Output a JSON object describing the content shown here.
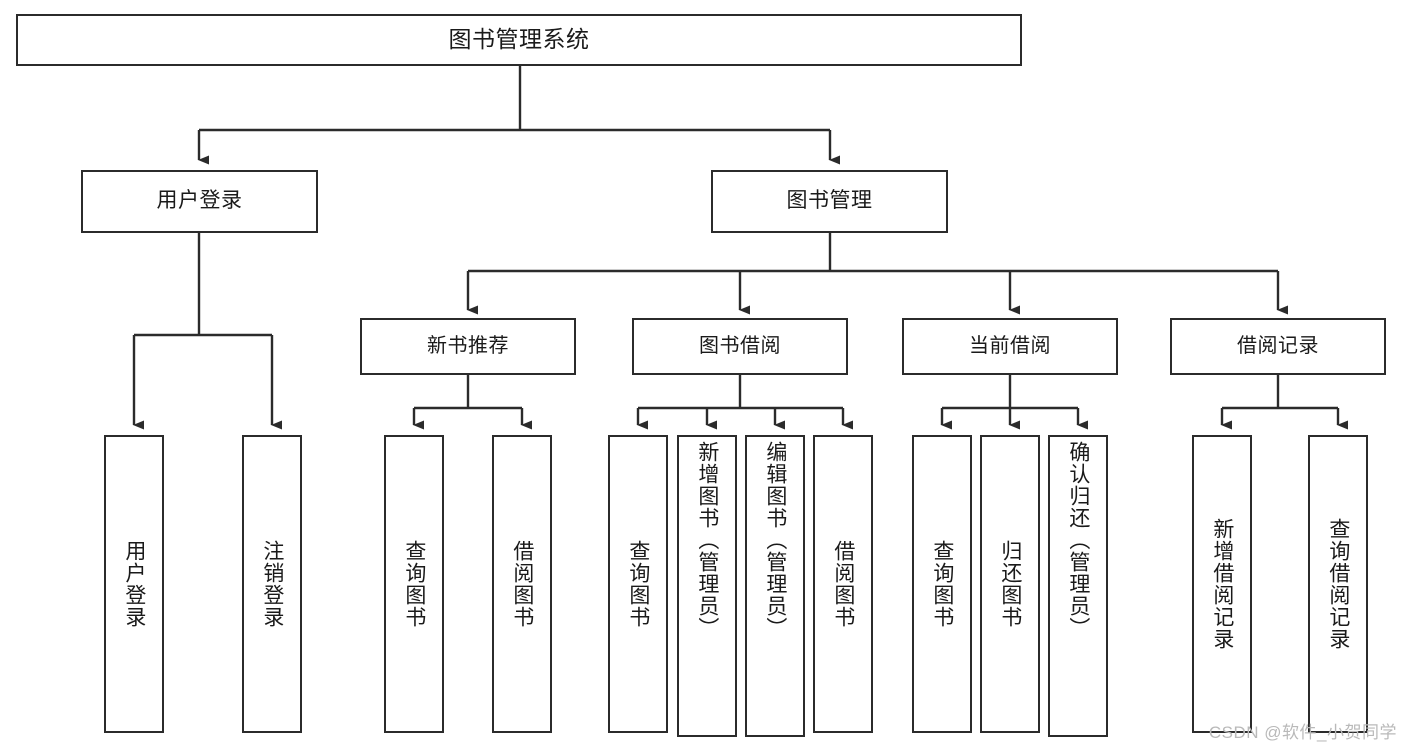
{
  "diagram": {
    "type": "tree",
    "title": "图书管理系统",
    "watermark": "CSDN @软件_小贺同学",
    "colors": {
      "stroke": "#2b2b2b",
      "fill": "#ffffff",
      "text": "#1a1a1a",
      "watermark": "#b9b9b9"
    },
    "root": {
      "label": "图书管理系统"
    },
    "level2": [
      {
        "label": "用户登录"
      },
      {
        "label": "图书管理"
      }
    ],
    "level3": [
      {
        "label": "新书推荐"
      },
      {
        "label": "图书借阅"
      },
      {
        "label": "当前借阅"
      },
      {
        "label": "借阅记录"
      }
    ],
    "leaves": {
      "user_login": [
        {
          "label": "用户登录"
        },
        {
          "label": "注销登录"
        }
      ],
      "new_book_recommend": [
        {
          "label": "查询图书"
        },
        {
          "label": "借阅图书"
        }
      ],
      "book_borrow": [
        {
          "label": "查询图书"
        },
        {
          "label": "新增图书（管理员）"
        },
        {
          "label": "编辑图书（管理员）"
        },
        {
          "label": "借阅图书"
        }
      ],
      "current_borrow": [
        {
          "label": "查询图书"
        },
        {
          "label": "归还图书"
        },
        {
          "label": "确认归还（管理员）"
        }
      ],
      "borrow_record": [
        {
          "label": "新增借阅记录"
        },
        {
          "label": "查询借阅记录"
        }
      ]
    }
  },
  "chart_data": {
    "type": "table",
    "title": "图书管理系统 功能结构图",
    "nodes": [
      {
        "level": 1,
        "label": "图书管理系统",
        "parent": null
      },
      {
        "level": 2,
        "label": "用户登录",
        "parent": "图书管理系统"
      },
      {
        "level": 2,
        "label": "图书管理",
        "parent": "图书管理系统"
      },
      {
        "level": 3,
        "label": "用户登录",
        "parent": "用户登录"
      },
      {
        "level": 3,
        "label": "注销登录",
        "parent": "用户登录"
      },
      {
        "level": 3,
        "label": "新书推荐",
        "parent": "图书管理"
      },
      {
        "level": 3,
        "label": "图书借阅",
        "parent": "图书管理"
      },
      {
        "level": 3,
        "label": "当前借阅",
        "parent": "图书管理"
      },
      {
        "level": 3,
        "label": "借阅记录",
        "parent": "图书管理"
      },
      {
        "level": 4,
        "label": "查询图书",
        "parent": "新书推荐"
      },
      {
        "level": 4,
        "label": "借阅图书",
        "parent": "新书推荐"
      },
      {
        "level": 4,
        "label": "查询图书",
        "parent": "图书借阅"
      },
      {
        "level": 4,
        "label": "新增图书（管理员）",
        "parent": "图书借阅"
      },
      {
        "level": 4,
        "label": "编辑图书（管理员）",
        "parent": "图书借阅"
      },
      {
        "level": 4,
        "label": "借阅图书",
        "parent": "图书借阅"
      },
      {
        "level": 4,
        "label": "查询图书",
        "parent": "当前借阅"
      },
      {
        "level": 4,
        "label": "归还图书",
        "parent": "当前借阅"
      },
      {
        "level": 4,
        "label": "确认归还（管理员）",
        "parent": "当前借阅"
      },
      {
        "level": 4,
        "label": "新增借阅记录",
        "parent": "借阅记录"
      },
      {
        "level": 4,
        "label": "查询借阅记录",
        "parent": "借阅记录"
      }
    ]
  }
}
